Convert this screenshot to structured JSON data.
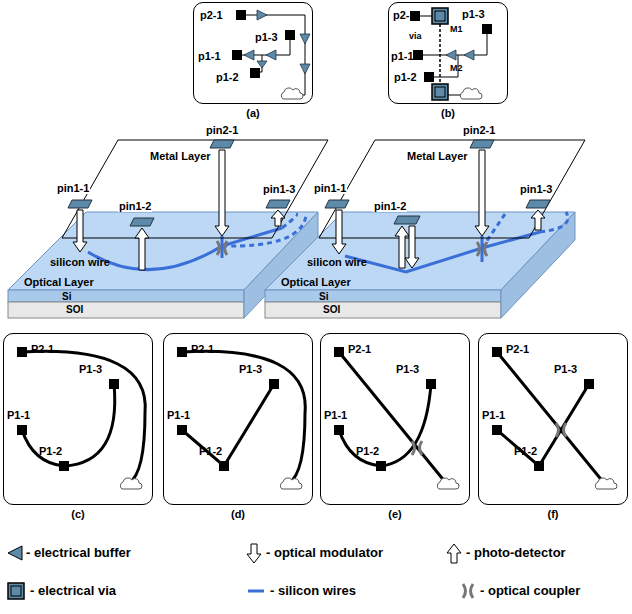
{
  "diagram": {
    "nodes": [
      {
        "text": [
          "(a)"
        ]
      },
      {
        "text": [
          "(b)"
        ]
      },
      {
        "text": [
          "(c)"
        ]
      },
      {
        "text": [
          "(d)"
        ]
      },
      {
        "text": [
          "(e)"
        ]
      },
      {
        "text": [
          "(f)"
        ]
      }
    ],
    "labels": [
      "p2-1",
      "p1-1",
      "p1-3",
      "p1-2",
      "p2-1",
      "p1-3",
      "via",
      "M1",
      "p1-1",
      "M2",
      "p1-2",
      "pin2-1",
      "Metal Layer",
      "pin1-1",
      "pin1-2",
      "pin1-3",
      "silicon wire",
      "Optical Layer",
      "Si",
      "SOI",
      "pin2-1",
      "Metal Layer",
      "pin1-1",
      "pin1-2",
      "pin1-3",
      "silicon wire",
      "Optical Layer",
      "Si",
      "SOI",
      "P2-1",
      "P1-3",
      "P1-1",
      "P1-2",
      "P2-1",
      "P1-3",
      "P1-1",
      "P1-2",
      "P2-1",
      "P1-3",
      "P1-1",
      "P1-2",
      "P2-1",
      "P1-3",
      "P1-1",
      "P1-2"
    ],
    "legend": [
      {
        "text": "- electrical buffer"
      },
      {
        "text": "- optical modulator"
      },
      {
        "text": "- photo-detector"
      },
      {
        "text": "- electrical via"
      },
      {
        "text": "- silicon wires"
      },
      {
        "text": "- optical coupler"
      }
    ]
  }
}
